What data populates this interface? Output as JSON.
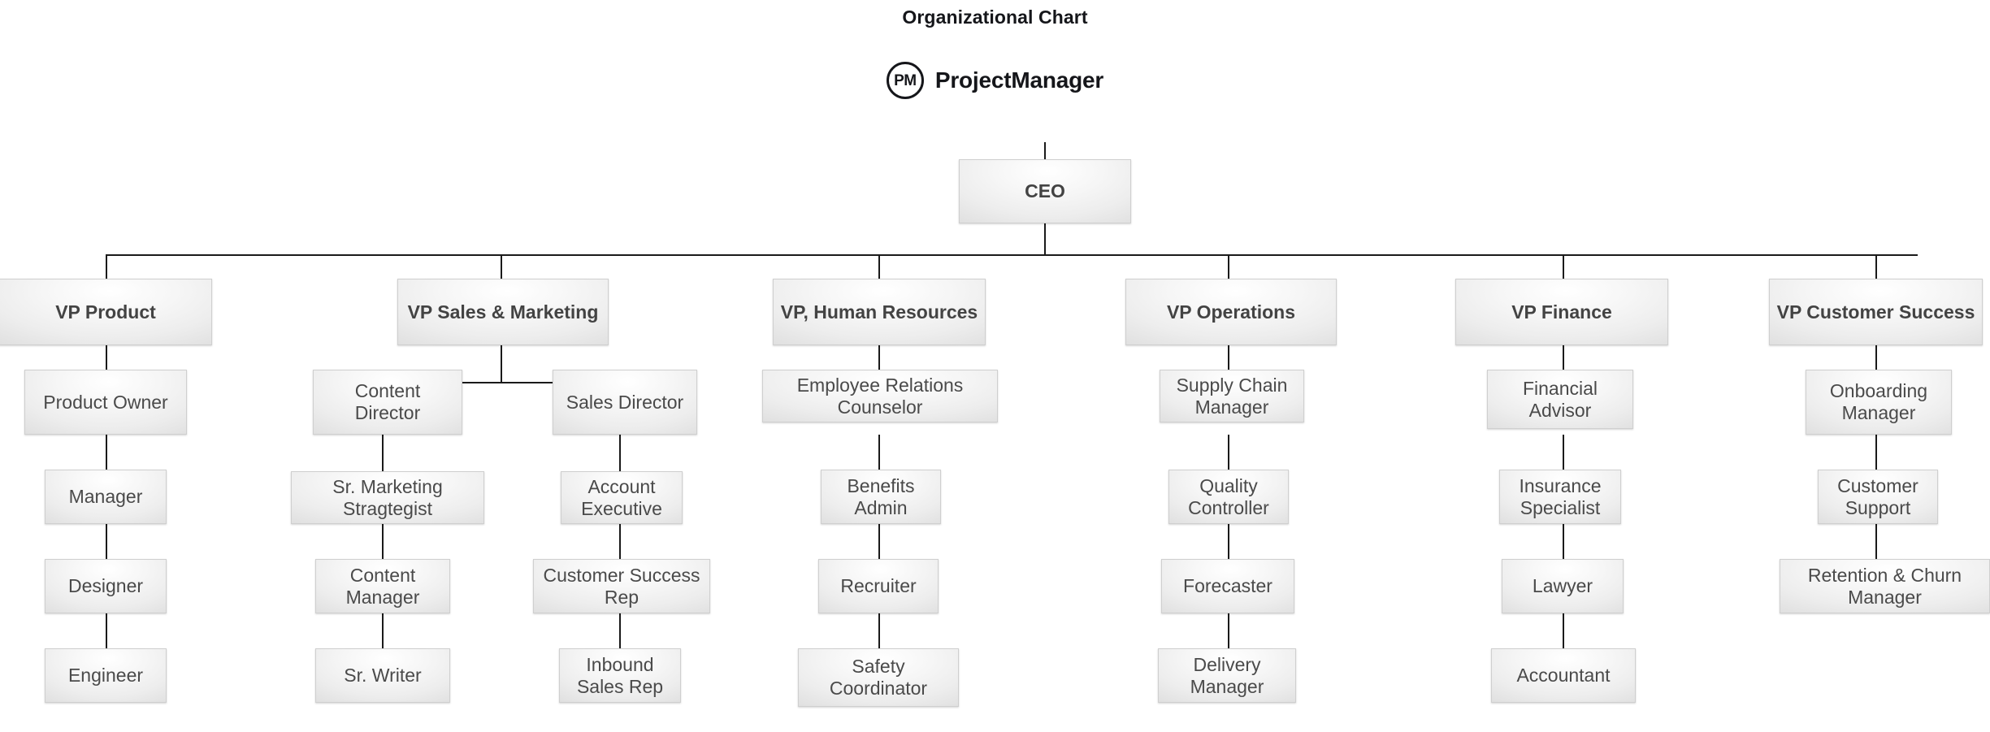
{
  "header": {
    "title": "Organizational Chart",
    "brand_mark": "PM",
    "brand_name": "ProjectManager"
  },
  "chart_data": {
    "type": "diagram",
    "title": "Organizational Chart",
    "root": "CEO",
    "nodes": {
      "ceo": "CEO",
      "vp_product": "VP Product",
      "vp_sales_marketing": "VP Sales & Marketing",
      "vp_hr": "VP, Human Resources",
      "vp_operations": "VP Operations",
      "vp_finance": "VP Finance",
      "vp_customer_success": "VP Customer Success",
      "product_owner": "Product Owner",
      "product_manager": "Manager",
      "product_designer": "Designer",
      "product_engineer": "Engineer",
      "content_director": "Content Director",
      "sr_marketing_strategist": "Sr. Marketing Stragtegist",
      "content_manager": "Content Manager",
      "sr_writer": "Sr. Writer",
      "sales_director": "Sales Director",
      "account_executive": "Account Executive",
      "customer_success_rep": "Customer Success Rep",
      "inbound_sales_rep": "Inbound Sales Rep",
      "employee_relations_counselor": "Employee Relations Counselor",
      "benefits_admin": "Benefits Admin",
      "recruiter": "Recruiter",
      "safety_coordinator": "Safety Coordinator",
      "supply_chain_manager": "Supply Chain Manager",
      "quality_controller": "Quality Controller",
      "forecaster": "Forecaster",
      "delivery_manager": "Delivery Manager",
      "financial_advisor": "Financial Advisor",
      "insurance_specialist": "Insurance Specialist",
      "lawyer": "Lawyer",
      "accountant": "Accountant",
      "onboarding_manager": "Onboarding Manager",
      "customer_support": "Customer Support",
      "retention_churn_manager": "Retention & Churn Manager"
    },
    "edges": [
      [
        "ceo",
        "vp_product"
      ],
      [
        "ceo",
        "vp_sales_marketing"
      ],
      [
        "ceo",
        "vp_hr"
      ],
      [
        "ceo",
        "vp_operations"
      ],
      [
        "ceo",
        "vp_finance"
      ],
      [
        "ceo",
        "vp_customer_success"
      ],
      [
        "vp_product",
        "product_owner"
      ],
      [
        "product_owner",
        "product_manager"
      ],
      [
        "product_manager",
        "product_designer"
      ],
      [
        "product_designer",
        "product_engineer"
      ],
      [
        "vp_sales_marketing",
        "content_director"
      ],
      [
        "vp_sales_marketing",
        "sales_director"
      ],
      [
        "content_director",
        "sr_marketing_strategist"
      ],
      [
        "sr_marketing_strategist",
        "content_manager"
      ],
      [
        "content_manager",
        "sr_writer"
      ],
      [
        "sales_director",
        "account_executive"
      ],
      [
        "account_executive",
        "customer_success_rep"
      ],
      [
        "customer_success_rep",
        "inbound_sales_rep"
      ],
      [
        "vp_hr",
        "employee_relations_counselor"
      ],
      [
        "employee_relations_counselor",
        "benefits_admin"
      ],
      [
        "benefits_admin",
        "recruiter"
      ],
      [
        "recruiter",
        "safety_coordinator"
      ],
      [
        "vp_operations",
        "supply_chain_manager"
      ],
      [
        "supply_chain_manager",
        "quality_controller"
      ],
      [
        "quality_controller",
        "forecaster"
      ],
      [
        "forecaster",
        "delivery_manager"
      ],
      [
        "vp_finance",
        "financial_advisor"
      ],
      [
        "financial_advisor",
        "insurance_specialist"
      ],
      [
        "insurance_specialist",
        "lawyer"
      ],
      [
        "lawyer",
        "accountant"
      ],
      [
        "vp_customer_success",
        "onboarding_manager"
      ],
      [
        "onboarding_manager",
        "customer_support"
      ],
      [
        "customer_support",
        "retention_churn_manager"
      ]
    ],
    "colors": {
      "node_fill_light": "#ffffff",
      "node_fill_dark": "#c9c9c9",
      "node_border": "#cfcfcf",
      "node_text": "#4a4a4a",
      "connector": "#1a1a1a",
      "title_text": "#15161a",
      "background": "#ffffff"
    }
  }
}
